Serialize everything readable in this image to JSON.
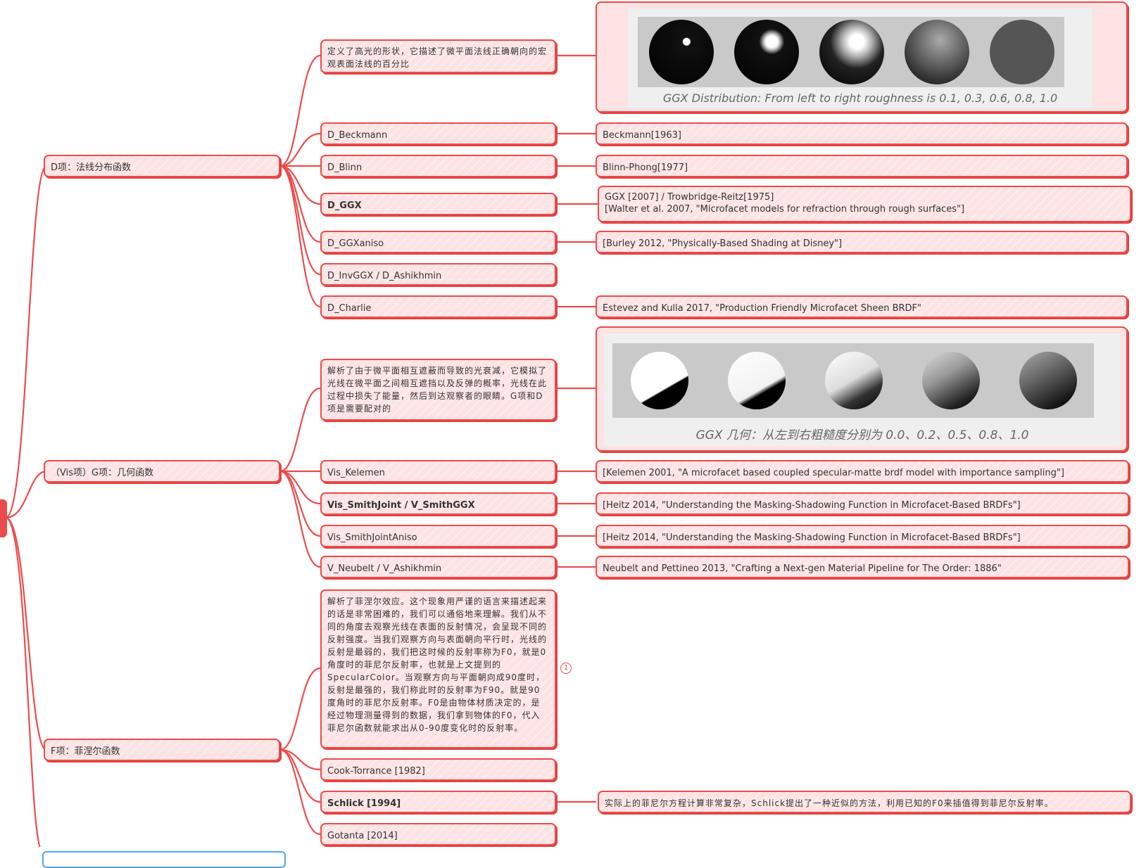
{
  "colors": {
    "accent": "#ee4b4b",
    "node_fill": "#fde3e3",
    "selected_outline": "#4fa9e8"
  },
  "branches": {
    "d": {
      "label": "D项：法线分布函数",
      "description": "定义了高光的形状，它描述了微平面法线正确朝向的宏观表面法线的百分比",
      "image_caption": "GGX Distribution: From left to right roughness is 0.1, 0.3, 0.6, 0.8, 1.0",
      "image_roughness": [
        0.1,
        0.3,
        0.6,
        0.8,
        1.0
      ],
      "items": [
        {
          "name": "D_Beckmann",
          "ref": "Beckmann[1963]"
        },
        {
          "name": "D_Blinn",
          "ref": "Blinn-Phong[1977]"
        },
        {
          "name": "D_GGX",
          "ref_line1": "GGX [2007] / Trowbridge-Reitz[1975]",
          "ref_line2": "[Walter et al. 2007, \"Microfacet models for refraction through rough surfaces\"]"
        },
        {
          "name": "D_GGXaniso",
          "ref": "[Burley 2012, \"Physically-Based Shading at Disney\"]"
        },
        {
          "name": "D_InvGGX / D_Ashikhmin"
        },
        {
          "name": "D_Charlie",
          "ref": "Estevez and Kulla 2017, \"Production Friendly Microfacet Sheen BRDF\""
        }
      ]
    },
    "g": {
      "label": "（Vis项）G项：几何函数",
      "description": "解析了由于微平面相互遮蔽而导致的光衰减，它模拟了光线在微平面之间相互遮挡以及反弹的概率，光线在此过程中损失了能量，然后到达观察者的眼睛。G项和D项是需要配对的",
      "image_caption": "GGX 几何：从左到右粗糙度分别为 0.0、0.2、0.5、0.8、1.0",
      "image_roughness": [
        0.0,
        0.2,
        0.5,
        0.8,
        1.0
      ],
      "items": [
        {
          "name": "Vis_Kelemen",
          "ref": "[Kelemen 2001, \"A microfacet based coupled specular-matte brdf model with importance sampling\"]"
        },
        {
          "name": "Vis_SmithJoint / V_SmithGGX",
          "ref": "[Heitz 2014, \"Understanding the Masking-Shadowing Function in Microfacet-Based BRDFs\"]"
        },
        {
          "name": "Vis_SmithJointAniso",
          "ref": "[Heitz 2014, \"Understanding the Masking-Shadowing Function in Microfacet-Based BRDFs\"]"
        },
        {
          "name": "V_Neubelt / V_Ashikhmin",
          "ref": "Neubelt and Pettineo 2013, \"Crafting a Next-gen Material Pipeline for The Order: 1886\""
        }
      ]
    },
    "f": {
      "label": "F项：菲涅尔函数",
      "description": "解析了菲涅尔效应。这个现象用严谨的语言来描述起来的话是非常困难的，我们可以通俗地来理解。我们从不同的角度去观察光线在表面的反射情况，会呈现不同的反射强度。当我们观察方向与表面朝向平行时，光线的反射是最弱的，我们把这时候的反射率称为F0，就是0角度时的菲尼尔反射率，也就是上文提到的SpecularColor。当观察方向与平面朝向成90度时，反射是最强的，我们称此时的反射率为F90。就是90度角时的菲尼尔反射率。F0是由物体材质决定的，是经过物理测量得到的数据，我们拿到物体的F0，代入菲尼尔函数就能求出从0-90度变化时的反射率。",
      "description_badge": "1",
      "items": [
        {
          "name": "Cook-Torrance [1982]"
        },
        {
          "name": "Schlick [1994]",
          "ref": "实际上的菲尼尔方程计算非常复杂，Schlick提出了一种近似的方法，利用已知的F0来插值得到菲尼尔反射率。"
        },
        {
          "name": "Gotanta [2014]"
        }
      ]
    }
  }
}
